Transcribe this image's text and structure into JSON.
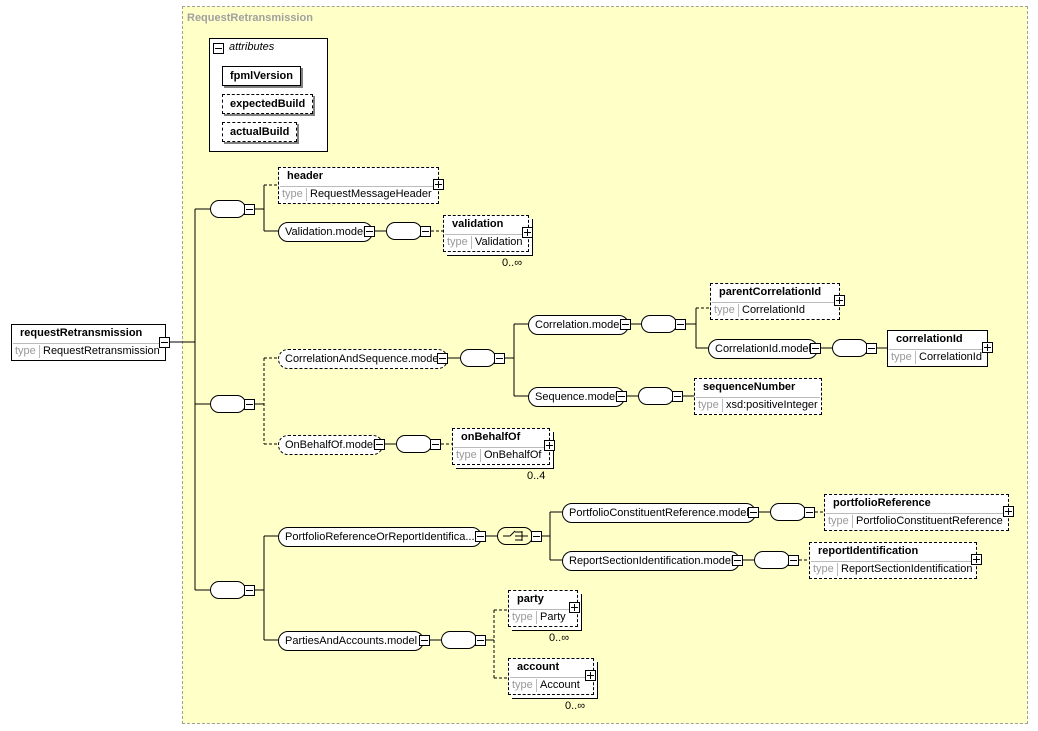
{
  "region": {
    "title": "RequestRetransmission"
  },
  "attributes": {
    "heading": "attributes",
    "items": [
      {
        "name": "fpmlVersion",
        "required": true
      },
      {
        "name": "expectedBuild",
        "required": false
      },
      {
        "name": "actualBuild",
        "required": false
      }
    ]
  },
  "root": {
    "name": "requestRetransmission",
    "type_label": "type",
    "type": "RequestRetransmission"
  },
  "elements": {
    "header": {
      "name": "header",
      "type_label": "type",
      "type": "RequestMessageHeader"
    },
    "validation": {
      "name": "validation",
      "type_label": "type",
      "type": "Validation",
      "card": "0..∞"
    },
    "parentCorrelationId": {
      "name": "parentCorrelationId",
      "type_label": "type",
      "type": "CorrelationId"
    },
    "correlationId": {
      "name": "correlationId",
      "type_label": "type",
      "type": "CorrelationId"
    },
    "sequenceNumber": {
      "name": "sequenceNumber",
      "type_label": "type",
      "type": "xsd:positiveInteger"
    },
    "onBehalfOf": {
      "name": "onBehalfOf",
      "type_label": "type",
      "type": "OnBehalfOf",
      "card": "0..4"
    },
    "portfolioReference": {
      "name": "portfolioReference",
      "type_label": "type",
      "type": "PortfolioConstituentReference"
    },
    "reportIdentification": {
      "name": "reportIdentification",
      "type_label": "type",
      "type": "ReportSectionIdentification"
    },
    "party": {
      "name": "party",
      "type_label": "type",
      "type": "Party",
      "card": "0..∞"
    },
    "account": {
      "name": "account",
      "type_label": "type",
      "type": "Account",
      "card": "0..∞"
    }
  },
  "models": {
    "validation_model": "Validation.model",
    "correlation_and_sequence": "CorrelationAndSequence.model",
    "correlation": "Correlation.model",
    "correlation_id": "CorrelationId.model",
    "sequence": "Sequence.model",
    "on_behalf_of": "OnBehalfOf.model",
    "portfolio_or_report": "PortfolioReferenceOrReportIdentifica...",
    "portfolio_constituent": "PortfolioConstituentReference.model",
    "report_section": "ReportSectionIdentification.model",
    "parties_and_accounts": "PartiesAndAccounts.model"
  }
}
